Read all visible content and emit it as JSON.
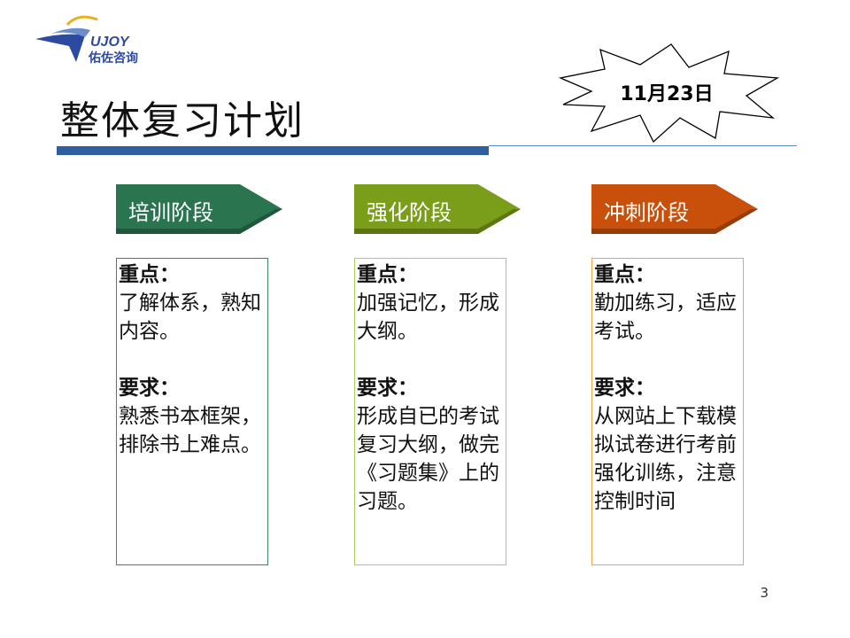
{
  "logo": {
    "brand": "UJOY",
    "name": "佑佐咨询"
  },
  "title": "整体复习计划",
  "date": "11月23日",
  "stages": [
    {
      "label": "培训阶段",
      "color": "#2a7550",
      "border": "#3d8a5c",
      "focus_label": "重点：",
      "focus": "了解体系，熟知内容。",
      "req_label": "要求：",
      "req": "熟悉书本框架，排除书上难点。"
    },
    {
      "label": "强化阶段",
      "color": "#7a9e1a",
      "border": "#a8d05a",
      "focus_label": "重点：",
      "focus": "加强记忆，形成大纲。",
      "req_label": "要求：",
      "req": "形成自已的考试复习大纲，做完《习题集》上的习题。"
    },
    {
      "label": "冲刺阶段",
      "color": "#c8500a",
      "border": "#f3a640",
      "focus_label": "重点：",
      "focus": "勤加练习，适应考试。",
      "req_label": "要求：",
      "req": "从网站上下载模拟试卷进行考前强化训练，注意控制时间"
    }
  ],
  "page_number": "3"
}
